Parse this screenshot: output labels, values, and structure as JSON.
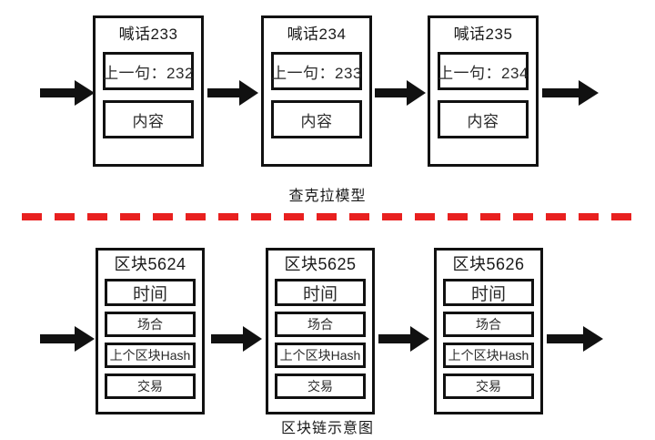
{
  "diagram": {
    "background_color": "#ffffff",
    "stroke_color": "#111111",
    "divider_color": "#e8201f",
    "sections": [
      {
        "id": "chakra-model",
        "caption": "查克拉模型",
        "nodes": [
          {
            "title": "喊话233",
            "fields": [
              {
                "name": "prev",
                "label": "上一句：232"
              },
              {
                "name": "content",
                "label": "内容"
              }
            ]
          },
          {
            "title": "喊话234",
            "fields": [
              {
                "name": "prev",
                "label": "上一句：233"
              },
              {
                "name": "content",
                "label": "内容"
              }
            ]
          },
          {
            "title": "喊话235",
            "fields": [
              {
                "name": "prev",
                "label": "上一句：234"
              },
              {
                "name": "content",
                "label": "内容"
              }
            ]
          }
        ]
      },
      {
        "id": "blockchain",
        "caption": "区块链示意图",
        "nodes": [
          {
            "title": "区块5624",
            "fields": [
              {
                "name": "time",
                "label": "时间"
              },
              {
                "name": "occasion",
                "label": "场合"
              },
              {
                "name": "prev-hash",
                "label": "上个区块Hash"
              },
              {
                "name": "transaction",
                "label": "交易"
              }
            ]
          },
          {
            "title": "区块5625",
            "fields": [
              {
                "name": "time",
                "label": "时间"
              },
              {
                "name": "occasion",
                "label": "场合"
              },
              {
                "name": "prev-hash",
                "label": "上个区块Hash"
              },
              {
                "name": "transaction",
                "label": "交易"
              }
            ]
          },
          {
            "title": "区块5626",
            "fields": [
              {
                "name": "time",
                "label": "时间"
              },
              {
                "name": "occasion",
                "label": "场合"
              },
              {
                "name": "prev-hash",
                "label": "上个区块Hash"
              },
              {
                "name": "transaction",
                "label": "交易"
              }
            ]
          }
        ]
      }
    ],
    "arrows": {
      "icon": "arrow-right-icon",
      "direction": "right",
      "count_per_row": 4
    }
  }
}
